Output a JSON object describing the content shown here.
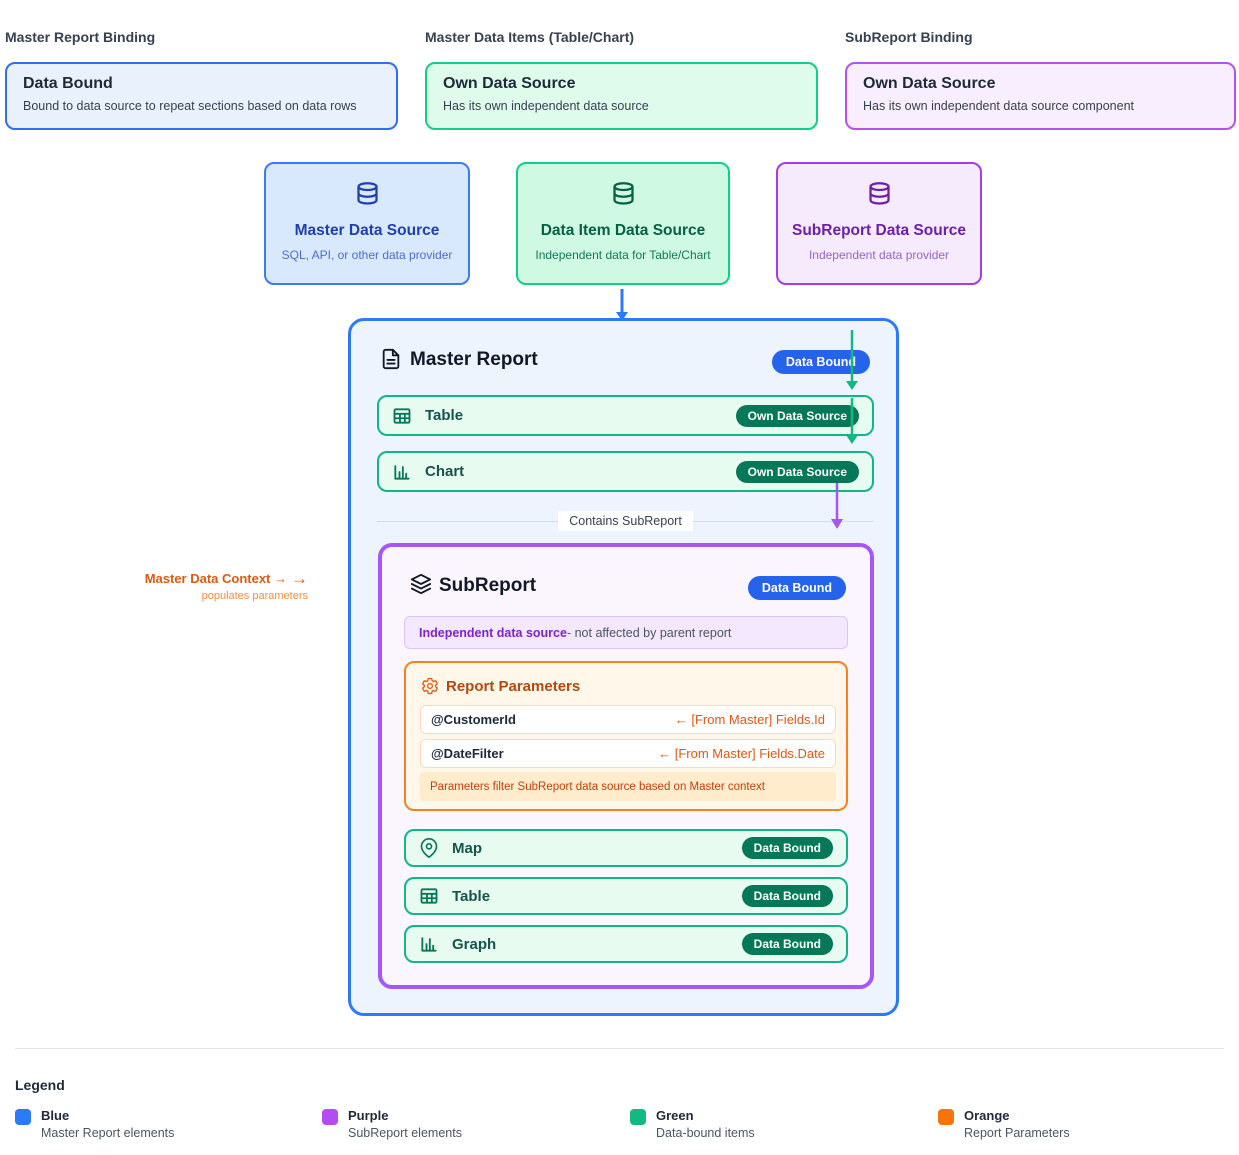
{
  "sections": [
    {
      "heading": "Master Report Binding",
      "card": {
        "title": "Data Bound",
        "desc": "Bound to data source to repeat sections based on data rows"
      }
    },
    {
      "heading": "Master Data Items (Table/Chart)",
      "card": {
        "title": "Own Data Source",
        "desc": "Has its own independent data source"
      }
    },
    {
      "heading": "SubReport Binding",
      "card": {
        "title": "Own Data Source",
        "desc": "Has its own independent data source component"
      }
    }
  ],
  "source_cards": [
    {
      "title": "Master Data Source",
      "desc": "SQL, API, or other data provider",
      "icon": "database-icon"
    },
    {
      "title": "Data Item Data Source",
      "desc": "Independent data for Table/Chart",
      "icon": "database-icon"
    },
    {
      "title": "SubReport Data Source",
      "desc": "Independent data provider",
      "icon": "database-icon"
    }
  ],
  "master_report": {
    "title": "Master Report",
    "badge": "Data Bound",
    "icon": "file-text-icon",
    "items": [
      {
        "label": "Table",
        "badge": "Own Data Source",
        "icon": "table-icon"
      },
      {
        "label": "Chart",
        "badge": "Own Data Source",
        "icon": "bar-chart-icon"
      }
    ],
    "divider_label": "Contains SubReport"
  },
  "subreport": {
    "title": "SubReport",
    "badge": "Data Bound",
    "icon": "layers-icon",
    "banner": {
      "bold": "Independent data source",
      "rest": " - not affected by parent report"
    },
    "parameters": {
      "title": "Report Parameters",
      "icon": "gear-icon",
      "rows": [
        {
          "name": "@CustomerId",
          "mapping": "← [From Master] Fields.Id"
        },
        {
          "name": "@DateFilter",
          "mapping": "← [From Master] Fields.Date"
        }
      ],
      "note": "Parameters filter SubReport data source based on Master context"
    },
    "items": [
      {
        "label": "Map",
        "badge": "Data Bound",
        "icon": "map-pin-icon"
      },
      {
        "label": "Table",
        "badge": "Data Bound",
        "icon": "table-icon"
      },
      {
        "label": "Graph",
        "badge": "Data Bound",
        "icon": "bar-chart-icon"
      }
    ]
  },
  "annotation": {
    "label": "Master Data Context →",
    "arrow_glyph": "→",
    "sub": "populates parameters"
  },
  "legend": {
    "heading": "Legend",
    "items": [
      {
        "name": "Blue",
        "desc": "Master Report elements",
        "color": "#2b7af7"
      },
      {
        "name": "Purple",
        "desc": "SubReport elements",
        "color": "#b44df1"
      },
      {
        "name": "Green",
        "desc": "Data-bound items",
        "color": "#12b981"
      },
      {
        "name": "Orange",
        "desc": "Report Parameters",
        "color": "#f9730b"
      }
    ]
  },
  "palette": {
    "master_blue": "#2b7af7",
    "data_green": "#10b981",
    "subreport_purple": "#a855f7",
    "parameter_orange": "#f97316",
    "badge_blue": "#2563eb",
    "badge_green": "#047857"
  }
}
